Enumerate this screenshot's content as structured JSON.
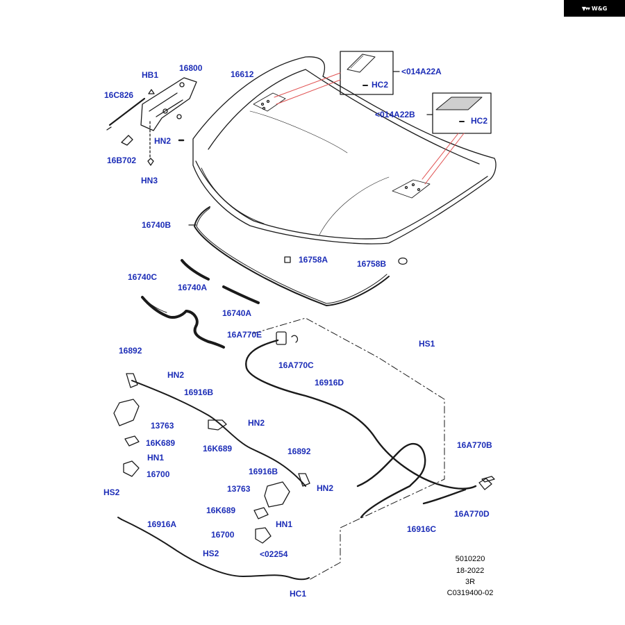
{
  "brand": {
    "text": "W&G",
    "icon": "brand-logo-icon"
  },
  "colors": {
    "label": "#1c2db7",
    "line": "#1a1a1a",
    "leader": "#e05050"
  },
  "diagram": {
    "parts": [
      {
        "key": "p16800",
        "text": "16800"
      },
      {
        "key": "pHB1",
        "text": "HB1"
      },
      {
        "key": "p16C826",
        "text": "16C826"
      },
      {
        "key": "pHN2a",
        "text": "HN2"
      },
      {
        "key": "p16B702",
        "text": "16B702"
      },
      {
        "key": "pHN3",
        "text": "HN3"
      },
      {
        "key": "p16612",
        "text": "16612"
      },
      {
        "key": "pHC2a",
        "text": "HC2"
      },
      {
        "key": "p014A22A",
        "text": "<014A22A"
      },
      {
        "key": "p014A22B",
        "text": "<014A22B"
      },
      {
        "key": "pHC2b",
        "text": "HC2"
      },
      {
        "key": "p16740B",
        "text": "16740B"
      },
      {
        "key": "p16758A",
        "text": "16758A"
      },
      {
        "key": "p16758B",
        "text": "16758B"
      },
      {
        "key": "p16740C",
        "text": "16740C"
      },
      {
        "key": "p16740A1",
        "text": "16740A"
      },
      {
        "key": "p16740A2",
        "text": "16740A"
      },
      {
        "key": "p16A770E",
        "text": "16A770E"
      },
      {
        "key": "p16A770C",
        "text": "16A770C"
      },
      {
        "key": "pHS1",
        "text": "HS1"
      },
      {
        "key": "p16892a",
        "text": "16892"
      },
      {
        "key": "pHN2b",
        "text": "HN2"
      },
      {
        "key": "p16916B1",
        "text": "16916B"
      },
      {
        "key": "p16916D",
        "text": "16916D"
      },
      {
        "key": "p13763a",
        "text": "13763"
      },
      {
        "key": "pHN2c",
        "text": "HN2"
      },
      {
        "key": "p16K689a",
        "text": "16K689"
      },
      {
        "key": "p16K689b",
        "text": "16K689"
      },
      {
        "key": "pHN1a",
        "text": "HN1"
      },
      {
        "key": "p16892b",
        "text": "16892"
      },
      {
        "key": "p16916B2",
        "text": "16916B"
      },
      {
        "key": "p16700a",
        "text": "16700"
      },
      {
        "key": "pHS2a",
        "text": "HS2"
      },
      {
        "key": "p16A770B",
        "text": "16A770B"
      },
      {
        "key": "p13763b",
        "text": "13763"
      },
      {
        "key": "pHN2d",
        "text": "HN2"
      },
      {
        "key": "p16A770D",
        "text": "16A770D"
      },
      {
        "key": "p16K689c",
        "text": "16K689"
      },
      {
        "key": "pHN1b",
        "text": "HN1"
      },
      {
        "key": "p16916A",
        "text": "16916A"
      },
      {
        "key": "p16700b",
        "text": "16700"
      },
      {
        "key": "p16916C",
        "text": "16916C"
      },
      {
        "key": "pHS2b",
        "text": "HS2"
      },
      {
        "key": "p02254",
        "text": "<02254"
      },
      {
        "key": "pHC1",
        "text": "HC1"
      }
    ],
    "ref_block": {
      "line1": "5010220",
      "line2": "18-2022",
      "line3": "3R",
      "line4": "C0319400-02"
    }
  }
}
